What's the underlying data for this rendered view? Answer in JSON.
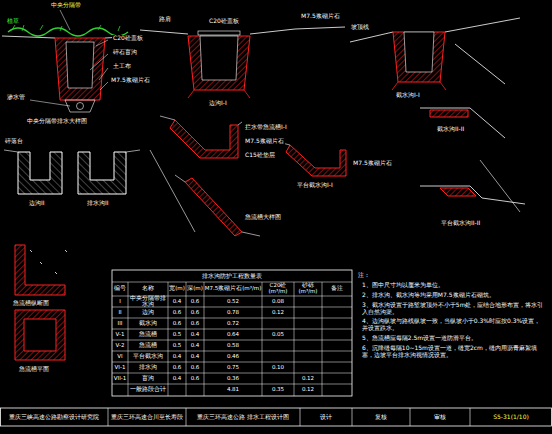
{
  "diagram": {
    "labels": [
      "中央分隔带",
      "植草",
      "C20砼盖板",
      "碎石盲沟",
      "土工布",
      "M7.5浆砌片石",
      "渗水管",
      "中央分隔带排水大样图",
      "C20砼盖板",
      "路肩",
      "边沟I-I",
      "M7.5浆砌片石",
      "截水沟I-I",
      "坡顶线",
      "拦水带急流槽I-I",
      "M7.5浆砌片石",
      "C15砼垫层",
      "急流槽大样图",
      "平台截水沟I-I",
      "M7.5浆砌片石",
      "截水沟II-II",
      "平台截水沟II-II",
      "边沟II",
      "排水沟II",
      "碎落台",
      "急流槽纵断面",
      "急流槽平面",
      "排水沟防护工程数量表",
      "编号",
      "名称",
      "宽(m)",
      "深(m)",
      "M7.5浆砌片石(m³/m)",
      "C20砼(m³/m)",
      "砂砾(m³/m)",
      "备注",
      "I",
      "中央分隔带排水沟",
      "0.4",
      "0.6",
      "0.52",
      "0.08",
      "II",
      "边沟",
      "0.6",
      "0.6",
      "0.78",
      "0.12",
      "III",
      "截水沟",
      "0.6",
      "0.6",
      "0.72",
      "V-1",
      "急流槽",
      "0.5",
      "0.4",
      "0.64",
      "0.05",
      "V-2",
      "急流槽",
      "0.5",
      "0.4",
      "0.58",
      "VI",
      "平台截水沟",
      "0.4",
      "0.4",
      "0.46",
      "VI-1",
      "排水沟",
      "0.6",
      "0.6",
      "0.75",
      "0.10",
      "VII-1",
      "盲沟",
      "0.4",
      "0.6",
      "0.36",
      "0.12",
      "一般路段合计",
      "4.81",
      "0.35",
      "0.12",
      "注：",
      "1、图中尺寸均以厘米为单位。",
      "2、排水沟、截水沟等均采用M7.5浆砌片石砌筑。",
      "3、截水沟设置于路堑坡顶外不小于5m处，应结合地形布置，将水引入自然沟渠。",
      "4、边沟纵坡与路线纵坡一致，当纵坡小于0.3%时应按0.3%设置，并设置跌水。",
      "5、急流槽应每隔2.5m设置一道防滑平台。",
      "6、沉降缝每隔10~15m设置一道，缝宽2cm，缝内用沥青麻絮填塞，边坡平台排水沟视情况设置。",
      "重庆三峡高速公路勘察设计研究院",
      "重庆三环高速合川至长寿段",
      "重庆三环高速公路 排水工程设计图",
      "设计",
      "复核",
      "审核",
      "S5-31(1/10)"
    ]
  }
}
